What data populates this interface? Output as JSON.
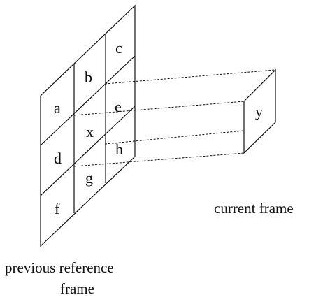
{
  "reference_frame": {
    "caption_line1": "previous reference",
    "caption_line2": "frame",
    "cells": {
      "a": "a",
      "b": "b",
      "c": "c",
      "d": "d",
      "e": "e",
      "f": "f",
      "g": "g",
      "h": "h",
      "x": "x"
    }
  },
  "current_frame": {
    "caption": "current frame",
    "block_label": "y"
  }
}
